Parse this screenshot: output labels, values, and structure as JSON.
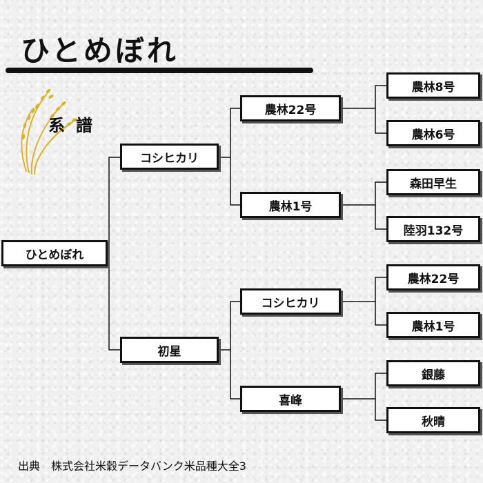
{
  "title": "ひとめぼれ",
  "subtitle": "系譜",
  "credit": "出典　株式会社米穀データバンク米品種大全3",
  "pedigree": {
    "root": "ひとめぼれ",
    "parents": [
      "コシヒカリ",
      "初星"
    ],
    "grandparents": [
      "農林22号",
      "農林1号",
      "コシヒカリ",
      "喜峰"
    ],
    "great_grandparents": [
      "農林8号",
      "農林6号",
      "森田早生",
      "陸羽132号",
      "農林22号",
      "農林1号",
      "銀藤",
      "秋晴"
    ]
  },
  "colors": {
    "ink": "#111111",
    "box_fill": "#ffffff",
    "rice_gold": "#d9b227",
    "background": "#f0f0f0"
  },
  "icons": [
    "rice-ear-icon"
  ]
}
